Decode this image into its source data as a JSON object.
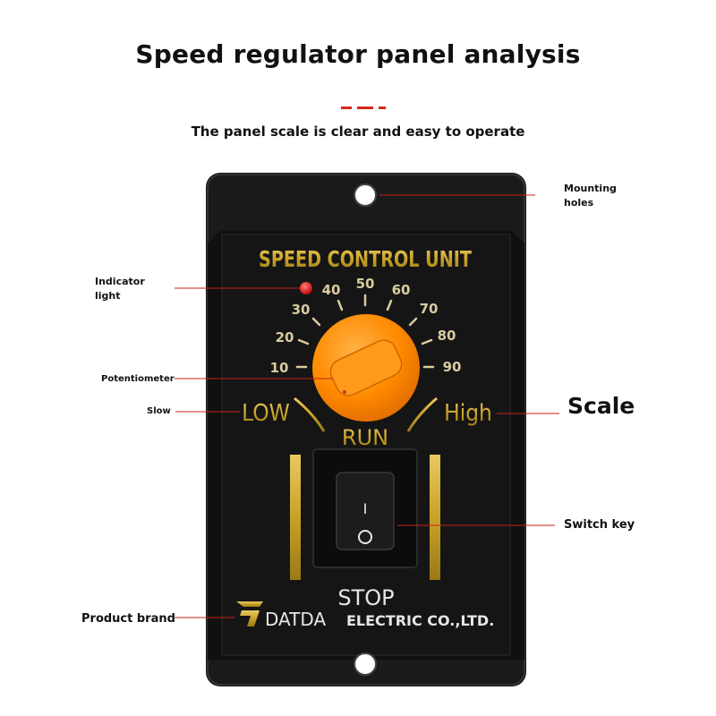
{
  "header": {
    "title": "Speed regulator panel analysis",
    "subtitle": "The panel scale is clear and easy to operate",
    "divider_color": "#d6281e"
  },
  "callouts": {
    "mounting_holes_line1": "Mounting",
    "mounting_holes_line2": "holes",
    "indicator_light_line1": "Indicator",
    "indicator_light_line2": "light",
    "potentiometer": "Potentiometer",
    "slow": "Slow",
    "scale": "Scale",
    "switch_key": "Switch key",
    "product_brand": "Product brand",
    "leader_color": "#c8201a"
  },
  "panel": {
    "heading": "SPEED CONTROL UNIT",
    "dial_ticks": [
      "10",
      "20",
      "30",
      "40",
      "50",
      "60",
      "70",
      "80",
      "90"
    ],
    "low_label": "LOW",
    "high_label": "High",
    "run_label": "RUN",
    "stop_label": "STOP",
    "switch_on_symbol": "I",
    "switch_off_symbol": "O",
    "brand_name": "DATDA",
    "brand_suffix": "ELECTRIC CO.,LTD.",
    "panel_color": "#141414",
    "gold_color": "#c9a227",
    "knob_color": "#ff8a00",
    "indicator_color": "#e01010"
  }
}
